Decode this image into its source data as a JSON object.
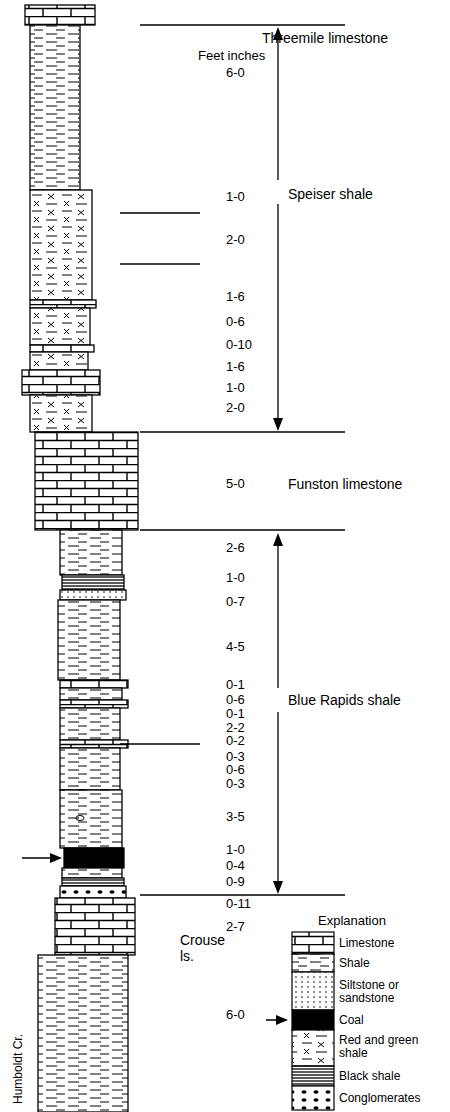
{
  "diagram": {
    "labels": [
      "Threemile limestone",
      "Feet inches",
      "6-0",
      "1-0",
      "2-0",
      "1-6",
      "0-6",
      "0-10",
      "1-6",
      "1-0",
      "2-0",
      "Speiser shale",
      "5-0",
      "Funston limestone",
      "2-6",
      "1-0",
      "0-7",
      "4-5",
      "0-1",
      "0-6",
      "0-1",
      "2-2",
      "0-2",
      "0-3",
      "0-6",
      "0-3",
      "3-5",
      "1-0",
      "0-4",
      "0-9",
      "0-11",
      "Blue Rapids shale",
      "2-7",
      "Crouse ls.",
      "6-0",
      "Humboldt Cr.",
      "Explanation"
    ],
    "legend": [
      {
        "text": "Limestone"
      },
      {
        "text": "Shale"
      },
      {
        "text": "Siltstone or sandstone"
      },
      {
        "text": "Coal"
      },
      {
        "text": "Red and green shale"
      },
      {
        "text": "Black shale"
      },
      {
        "text": "Conglomerates"
      }
    ]
  }
}
